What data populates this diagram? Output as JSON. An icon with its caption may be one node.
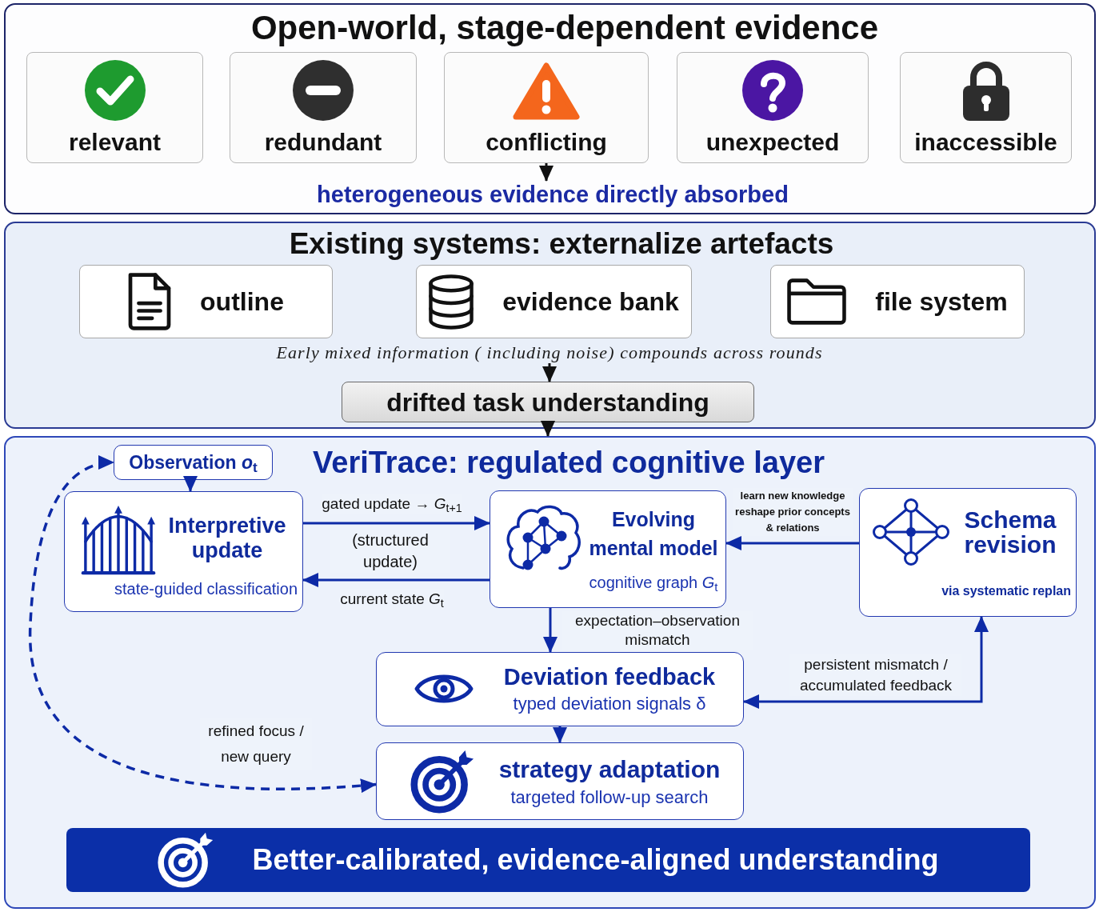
{
  "diagram": {
    "nodes": [
      {
        "text": [
          "Open-world, stage-dependent evidence"
        ]
      },
      {
        "text": [
          "relevant"
        ],
        "in": 0
      },
      {
        "text": [
          "redundant"
        ],
        "in": 0
      },
      {
        "text": [
          "conflicting"
        ],
        "in": 0
      },
      {
        "text": [
          "unexpected"
        ],
        "in": 0
      },
      {
        "text": [
          "inaccessible"
        ],
        "in": 0
      },
      {
        "text": [
          "heterogeneous evidence directly absorbed"
        ],
        "in": 0
      },
      {
        "text": [
          "Existing systems: externalize artefacts"
        ]
      },
      {
        "text": [
          "outline"
        ],
        "in": 7
      },
      {
        "text": [
          "evidence bank"
        ],
        "in": 7
      },
      {
        "text": [
          "file system"
        ],
        "in": 7
      },
      {
        "text": [
          "Early mixed information ( including noise) compounds across rounds"
        ],
        "in": 7
      },
      {
        "text": [
          "drifted task understanding"
        ],
        "in": 7
      },
      {
        "text": [
          "VeriTrace: regulated cognitive layer"
        ]
      },
      {
        "text": [
          "Observation *o*$_{t}$"
        ],
        "in": 13
      },
      {
        "text": [
          "Interpretive update",
          "state-guided classification"
        ],
        "in": 13
      },
      {
        "text": [
          "Evolving mental model",
          "cognitive graph *G*$_{t}$"
        ],
        "in": 13
      },
      {
        "text": [
          "Schema revision",
          "via systematic replan"
        ],
        "in": 13
      },
      {
        "text": [
          "Deviation feedback",
          "typed deviation signals δ"
        ],
        "in": 13
      },
      {
        "text": [
          "strategy adaptation",
          "targeted follow-up search"
        ],
        "in": 13
      },
      {
        "text": [
          "Better-calibrated, evidence-aligned understanding"
        ],
        "in": 13
      }
    ],
    "edges": [
      {
        "from": 3,
        "to": 6,
        "arrow": "to",
        "color": "#111111"
      },
      {
        "from": 11,
        "to": 12,
        "arrow": "to",
        "color": "#111111"
      },
      {
        "from": 12,
        "to": 13,
        "arrow": "to",
        "color": "#111111"
      },
      {
        "from": 14,
        "to": 15,
        "arrow": "to"
      },
      {
        "from": 15,
        "to": 16,
        "arrow": "to",
        "label": "gated update → *G*$_{t+1}$"
      },
      {
        "from": 16,
        "to": 15,
        "arrow": "to",
        "label": "current state *G*$_{t}$"
      },
      {
        "from": 17,
        "to": 16,
        "arrow": "to",
        "label": "learn new knowledge reshape prior concepts & relations"
      },
      {
        "from": 16,
        "to": 18,
        "arrow": "to",
        "label": "expectation–observation mismatch"
      },
      {
        "from": 18,
        "to": 17,
        "arrow": "both",
        "label": "persistent mismatch / accumulated feedback"
      },
      {
        "from": 18,
        "to": 19,
        "arrow": "to"
      },
      {
        "from": 19,
        "to": 14,
        "arrow": "both",
        "style": "dashed",
        "label": "refined focus / new query"
      }
    ],
    "labels": [
      "(structured update)"
    ]
  }
}
